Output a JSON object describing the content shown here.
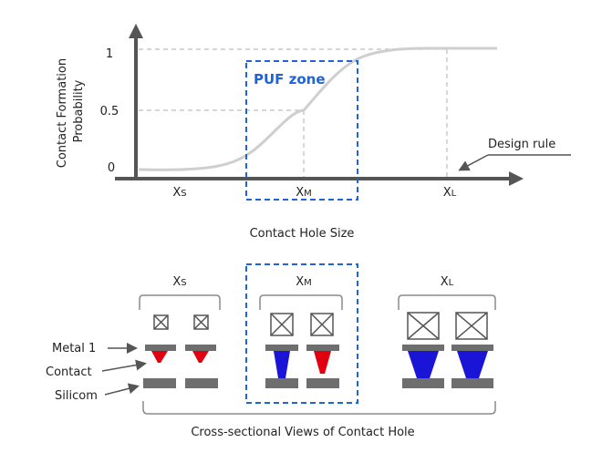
{
  "colors": {
    "axis": "#555555",
    "curve": "#cfcfcf",
    "guide": "#bdbdbd",
    "puf_zone": "#1f63d8",
    "metal": "#6e6e6e",
    "contact_fail": "#e0000f",
    "contact_ok": "#1a14d6",
    "bracket": "#8a8a8a"
  },
  "plot": {
    "y_axis_label_line1": "Contact Formation",
    "y_axis_label_line2": "Probability",
    "x_axis_label": "Contact Hole Size",
    "y_ticks": [
      "1",
      "0.5",
      "0"
    ],
    "x_ticks": [
      {
        "base": "X",
        "sub": "S"
      },
      {
        "base": "X",
        "sub": "M"
      },
      {
        "base": "X",
        "sub": "L"
      }
    ],
    "puf_zone_label": "PUF zone",
    "design_rule_label": "Design rule"
  },
  "cross_section": {
    "group_labels": [
      {
        "base": "X",
        "sub": "S"
      },
      {
        "base": "X",
        "sub": "M"
      },
      {
        "base": "X",
        "sub": "L"
      }
    ],
    "layer_labels": {
      "metal": "Metal 1",
      "contact": "Contact",
      "silicon": "Silicom"
    },
    "caption": "Cross-sectional Views of Contact Hole",
    "contact_outcomes": [
      [
        "fail",
        "fail"
      ],
      [
        "formed",
        "fail"
      ],
      [
        "formed",
        "formed"
      ]
    ],
    "icon": "crossed-square-icon"
  }
}
